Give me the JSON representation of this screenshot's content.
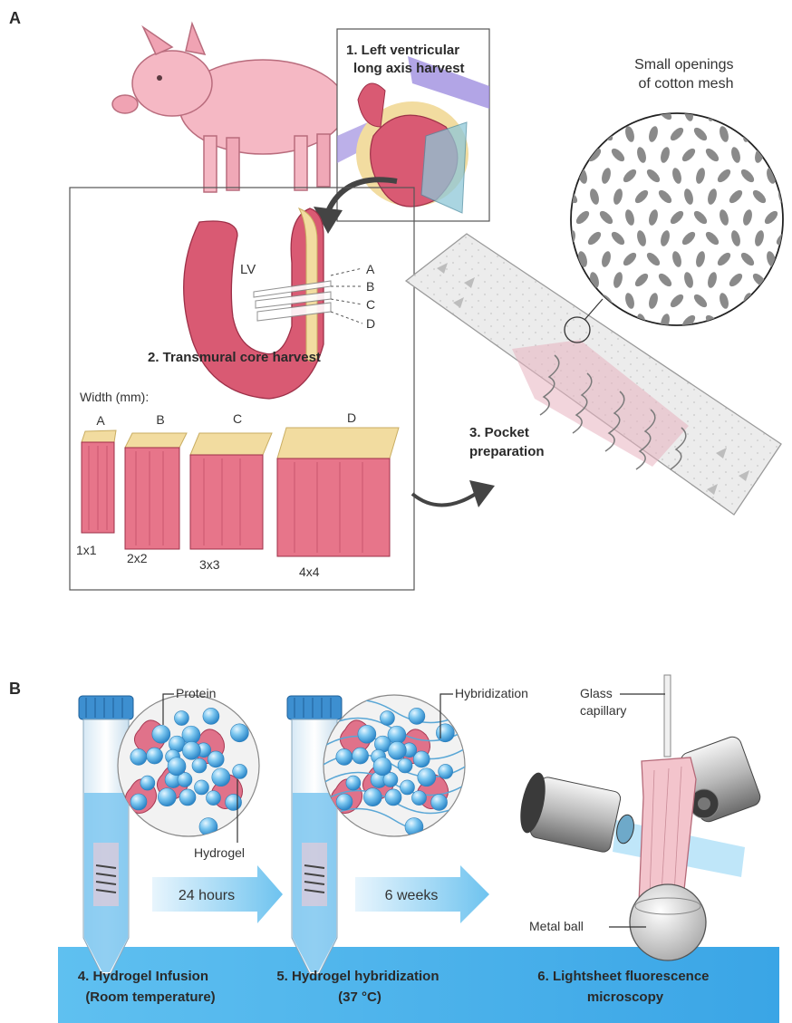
{
  "panel_a": {
    "letter": "A",
    "step1": [
      "1. Left ventricular",
      "long axis harvest"
    ],
    "lv_label": "LV",
    "core_markers": [
      "A",
      "B",
      "C",
      "D"
    ],
    "step2": "2. Transmural core harvest",
    "width_label": "Width (mm):",
    "block_letters": [
      "A",
      "B",
      "C",
      "D"
    ],
    "block_sizes": [
      "1x1",
      "2x2",
      "3x3",
      "4x4"
    ],
    "mesh_label": [
      "Small openings",
      "of cotton mesh"
    ],
    "step3": [
      "3. Pocket",
      "preparation"
    ]
  },
  "panel_b": {
    "letter": "B",
    "protein_label": "Protein",
    "hydrogel_label": "Hydrogel",
    "hybridization_label": "Hybridization",
    "capillary_label": [
      "Glass",
      "capillary"
    ],
    "metal_ball_label": "Metal ball",
    "arrow1": "24 hours",
    "arrow2": "6 weeks",
    "step4": [
      "4. Hydrogel Infusion",
      "(Room temperature)"
    ],
    "step5": [
      "5. Hydrogel hybridization",
      "(37 °C)"
    ],
    "step6": [
      "6. Lightsheet fluorescence",
      "microscopy"
    ]
  },
  "colors": {
    "tissue": "#d95a73",
    "fat": "#f2dca0",
    "sphere": "#5db4e8",
    "band": "#4fb3ea",
    "pig": "#f5b8c4"
  }
}
